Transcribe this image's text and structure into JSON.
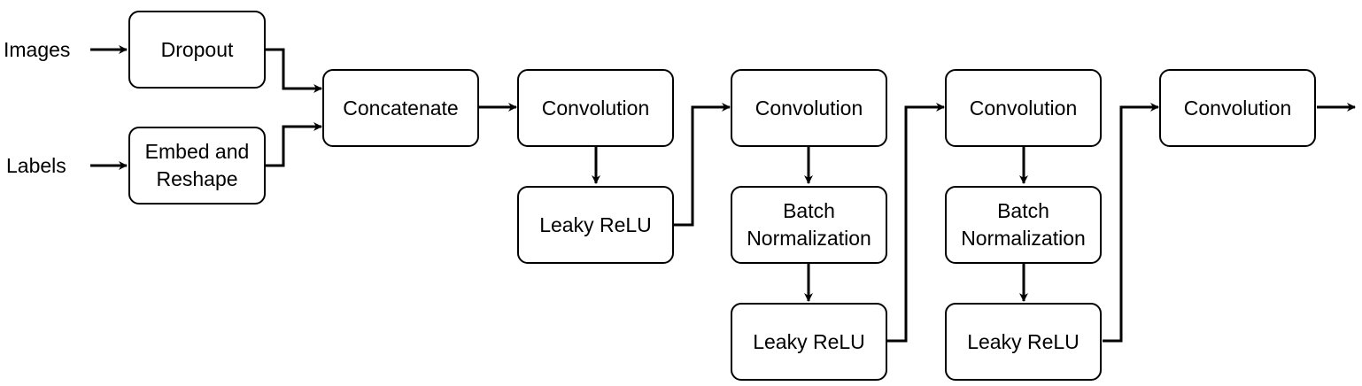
{
  "inputs": {
    "images": "Images",
    "labels": "Labels"
  },
  "nodes": {
    "dropout": "Dropout",
    "embed_reshape": "Embed and\nReshape",
    "concatenate": "Concatenate",
    "conv1": "Convolution",
    "leaky1": "Leaky ReLU",
    "conv2": "Convolution",
    "batchnorm2": "Batch\nNormalization",
    "leaky2": "Leaky ReLU",
    "conv3": "Convolution",
    "batchnorm3": "Batch\nNormalization",
    "leaky3": "Leaky ReLU",
    "conv4": "Convolution"
  },
  "style": {
    "stroke": "#000000",
    "fill": "#ffffff"
  }
}
